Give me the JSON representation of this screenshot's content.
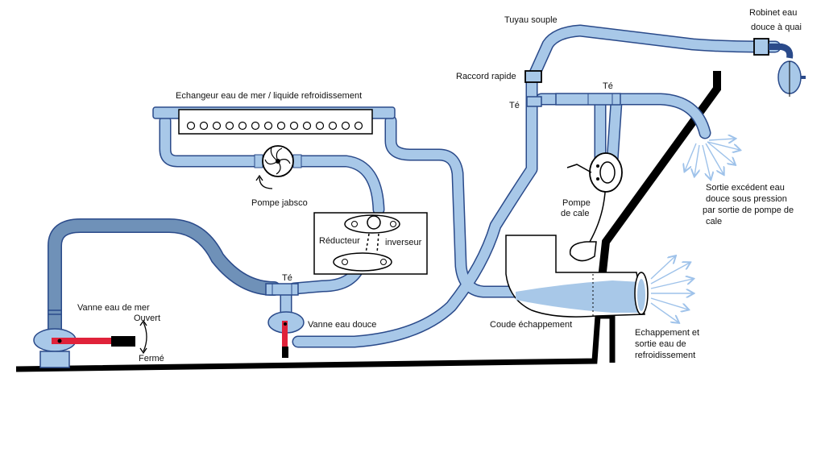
{
  "labels": {
    "tuyau_souple": "Tuyau souple",
    "robinet_eau_line1": "Robinet eau",
    "robinet_eau_line2": "douce à quai",
    "raccord_rapide": "Raccord rapide",
    "te_left": "Té",
    "te_top": "Té",
    "te_bottom": "Té",
    "echangeur": "Echangeur  eau de mer / liquide refroidissement",
    "pompe_jabsco": "Pompe jabsco",
    "pompe_de_cale_line1": "Pompe",
    "pompe_de_cale_line2": "de cale",
    "sortie_line1": "Sortie excédent eau",
    "sortie_line2": "douce sous pression",
    "sortie_line3": "par sortie de pompe de",
    "sortie_line4": "cale",
    "reducteur": "Réducteur",
    "inverseur": "inverseur",
    "vanne_eau_de_mer": "Vanne eau de mer",
    "ouvert": "Ouvert",
    "ferme": "Fermé",
    "vanne_eau_douce": "Vanne eau douce",
    "coude_echappement": "Coude échappement",
    "echappement_line1": "Echappement et",
    "echappement_line2": "sortie eau de",
    "echappement_line3": "refroidissement"
  },
  "colors": {
    "water_light": "#a8c8e8",
    "water_dark": "#6f91b8",
    "outline": "#2a4a8a",
    "hull": "#000000",
    "handle_red": "#e0223a",
    "spray": "#9ec2ea"
  }
}
